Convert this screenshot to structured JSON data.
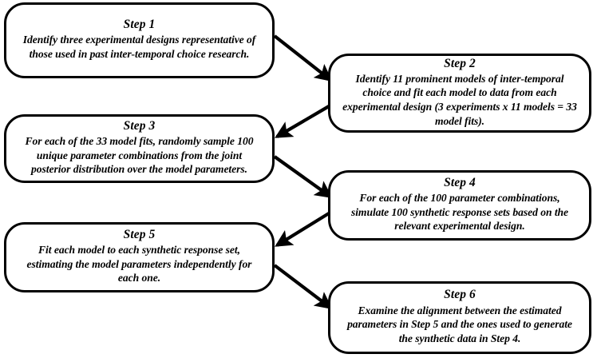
{
  "diagram": {
    "type": "flowchart",
    "title": "",
    "orientation": "zigzag-two-column",
    "background_color": "#ffffff",
    "border_color": "#000000",
    "text_color": "#000000",
    "steps": [
      {
        "id": "step-1",
        "title": "Step 1",
        "body": "Identify three experimental designs representative of those used in past inter-temporal choice research.",
        "column": "left"
      },
      {
        "id": "step-2",
        "title": "Step 2",
        "body": "Identify 11 prominent models of inter-temporal choice and fit each model to data from each experimental design (3 experiments x 11 models = 33 model fits).",
        "column": "right"
      },
      {
        "id": "step-3",
        "title": "Step 3",
        "body": "For each of the 33 model fits, randomly sample 100 unique parameter combinations from the joint posterior distribution over the model parameters.",
        "column": "left"
      },
      {
        "id": "step-4",
        "title": "Step 4",
        "body": "For each of the 100 parameter combinations, simulate 100 synthetic response sets based on the relevant experimental design.",
        "column": "right"
      },
      {
        "id": "step-5",
        "title": "Step 5",
        "body": "Fit each model to each synthetic response set, estimating the model parameters independently for each one.",
        "column": "left"
      },
      {
        "id": "step-6",
        "title": "Step 6",
        "body": "Examine the alignment between the estimated parameters in Step 5 and the ones used to generate the synthetic data in Step 4.",
        "column": "right"
      }
    ],
    "connectors": [
      {
        "id": "arrow-1-2",
        "from": "step-1",
        "to": "step-2",
        "style": "solid-arrow"
      },
      {
        "id": "arrow-2-3",
        "from": "step-2",
        "to": "step-3",
        "style": "solid-arrow"
      },
      {
        "id": "arrow-3-4",
        "from": "step-3",
        "to": "step-4",
        "style": "solid-arrow"
      },
      {
        "id": "arrow-4-5",
        "from": "step-4",
        "to": "step-5",
        "style": "solid-arrow"
      },
      {
        "id": "arrow-5-6",
        "from": "step-5",
        "to": "step-6",
        "style": "solid-arrow"
      }
    ]
  }
}
